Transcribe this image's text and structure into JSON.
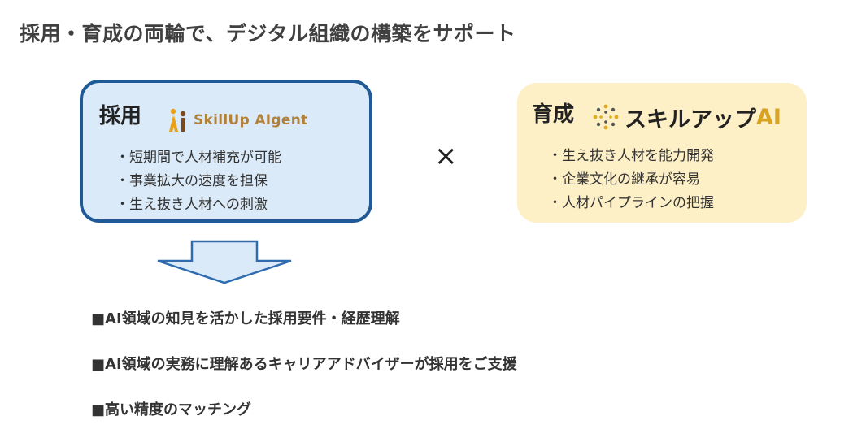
{
  "title": "採用・育成の両輪で、デジタル組織の構築をサポート",
  "recruit_box": {
    "heading": "採用",
    "logo_text": "SkillUp AIgent",
    "items": [
      "・短期間で人材補充が可能",
      "・事業拡大の速度を担保",
      "・生え抜き人材への刺激"
    ]
  },
  "times_symbol": "×",
  "training_box": {
    "heading": "育成",
    "logo_text": "スキルアップ",
    "logo_ai": "AI",
    "items": [
      "・生え抜き人材を能力開発",
      "・企業文化の継承が容易",
      "・人材パイプラインの把握"
    ]
  },
  "points": [
    "■AI領域の知見を活かした採用要件・経歴理解",
    "■AI領域の実務に理解あるキャリアアドバイザーが採用をご支援",
    "■高い精度のマッチング"
  ],
  "colors": {
    "recruit_border": "#1f5a96",
    "recruit_fill": "#dbeaf8",
    "training_fill": "#fdefc6",
    "arrow_fill": "#dbeaf8",
    "arrow_stroke": "#2e6bb0",
    "agent_logo": "#b1813a",
    "ai_logo": "#d8a320"
  }
}
